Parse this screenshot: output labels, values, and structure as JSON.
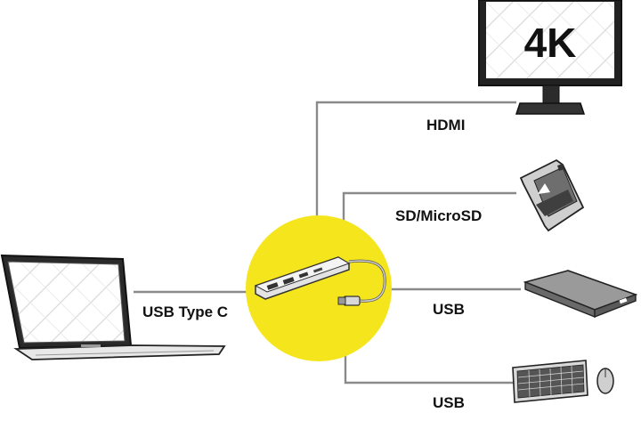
{
  "diagram": {
    "accent_color": "#f5e51c",
    "line_color": "#8a8a8a",
    "labels": {
      "laptop_link": "USB Type C",
      "hdmi": "HDMI",
      "sd": "SD/MicroSD",
      "usb_1": "USB",
      "usb_2": "USB"
    },
    "monitor_text": "4K",
    "devices": [
      "laptop-icon",
      "usb-c-hub-icon",
      "monitor-icon",
      "sd-card-icon",
      "external-drive-icon",
      "keyboard-mouse-icon"
    ]
  }
}
